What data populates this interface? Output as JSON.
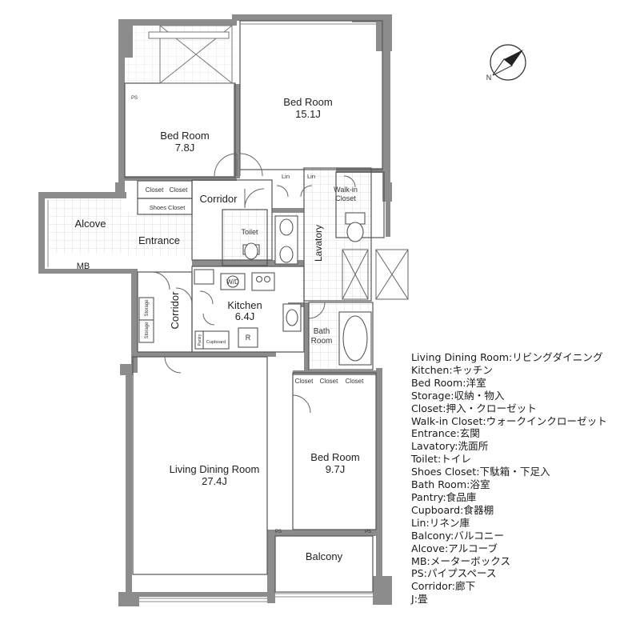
{
  "rooms": {
    "bed_room_large": {
      "name": "Bed Room",
      "size": "15.1J"
    },
    "bed_room_small": {
      "name": "Bed Room",
      "size": "7.8J"
    },
    "bed_room_south": {
      "name": "Bed Room",
      "size": "9.7J"
    },
    "kitchen": {
      "name": "Kitchen",
      "size": "6.4J"
    },
    "living": {
      "name": "Living Dining Room",
      "size": "27.4J"
    },
    "corridor_top": "Corridor",
    "corridor_side": "Corridor",
    "entrance": "Entrance",
    "alcove": "Alcove",
    "mb": "MB",
    "toilet": "Toilet",
    "lavatory": "Lavatory",
    "bath_room": [
      "Bath",
      "Room"
    ],
    "walk_in_closet": [
      "Walk-in",
      "Closet"
    ],
    "balcony": "Balcony",
    "closet_a": "Closet",
    "closet_b": "Closet",
    "shoes_closet": "Shoes Closet",
    "lin_a": "Lin",
    "lin_b": "Lin",
    "wd": "W/D",
    "storage_a": "Storage",
    "storage_b": "Storage",
    "pantry": "Pantry",
    "cupboard": "Cupboard",
    "refrigerator": "R",
    "closet_c": "Closet",
    "closet_d": "Closet",
    "closet_e": "Closet",
    "ps_top": "PS",
    "ps_bottom_left": "PS",
    "ps_bottom_right": "PS"
  },
  "compass": {
    "north_label": "N"
  },
  "legend": [
    "Living Dining Room:リビングダイニング",
    "Kitchen:キッチン",
    "Bed Room:洋室",
    "Storage:収納・物入",
    "Closet:押入・クローゼット",
    "Walk-in Closet:ウォークインクローゼット",
    "Entrance:玄関",
    "Lavatory:洗面所",
    "Toilet:トイレ",
    "Shoes Closet:下駄箱・下足入",
    "Bath Room:浴室",
    "Pantry:食品庫",
    "Cupboard:食器棚",
    "Lin:リネン庫",
    "Balcony:バルコニー",
    "Alcove:アルコーブ",
    "MB:メーターボックス",
    "PS:パイプスペース",
    "Corridor:廊下",
    "J:畳"
  ],
  "colors": {
    "wall": "#8c8c8c",
    "tile": "#d9d9d9",
    "line": "#555555"
  }
}
